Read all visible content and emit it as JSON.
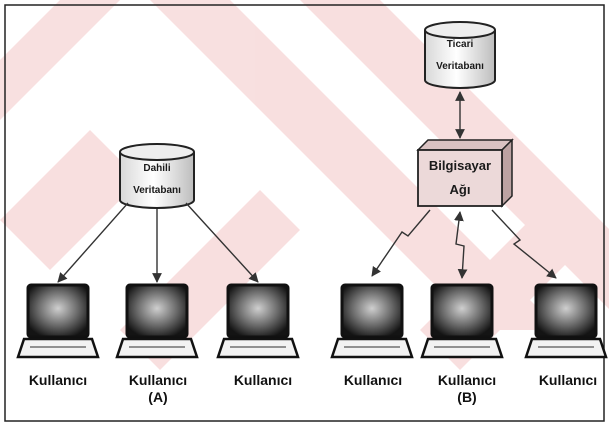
{
  "diagram": {
    "panel_a": {
      "label": "(A)",
      "database": {
        "line1": "Dahili",
        "line2": "Veritabanı"
      },
      "users": [
        "Kullanıcı",
        "Kullanıcı",
        "Kullanıcı"
      ]
    },
    "panel_b": {
      "label": "(B)",
      "database": {
        "line1": "Ticari",
        "line2": "Veritabanı"
      },
      "network": {
        "line1": "Bilgisayar",
        "line2": "Ağı"
      },
      "users": [
        "Kullanıcı",
        "Kullanıcı",
        "Kullanıcı"
      ]
    }
  },
  "colors": {
    "watermark": "#f6d2d2",
    "frame": "#222222",
    "network_box": "#ecd9d9",
    "line": "#333333"
  },
  "icons": [
    "database-cylinder-icon",
    "laptop-icon",
    "network-box-icon",
    "lightning-link-icon"
  ]
}
